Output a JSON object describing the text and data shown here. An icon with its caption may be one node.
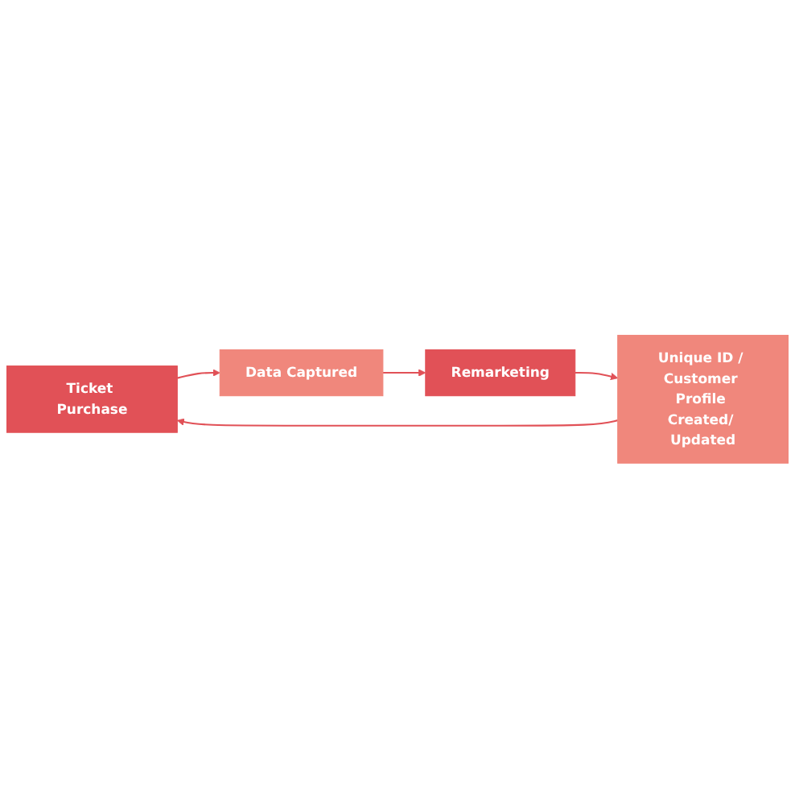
{
  "diagram": {
    "nodes": [
      {
        "text": [
          "Ticket Purchase"
        ]
      },
      {
        "text": [
          "Data Captured"
        ]
      },
      {
        "text": [
          "Remarketing"
        ]
      },
      {
        "text": [
          "Unique ID / Customer Profile Created/ Updated"
        ]
      }
    ],
    "edges": [
      {
        "from": 0,
        "to": 1,
        "arrow": "to"
      },
      {
        "from": 1,
        "to": 2,
        "arrow": "to"
      },
      {
        "from": 2,
        "to": 3,
        "arrow": "to"
      },
      {
        "from": 3,
        "to": 0,
        "arrow": "to"
      }
    ]
  }
}
